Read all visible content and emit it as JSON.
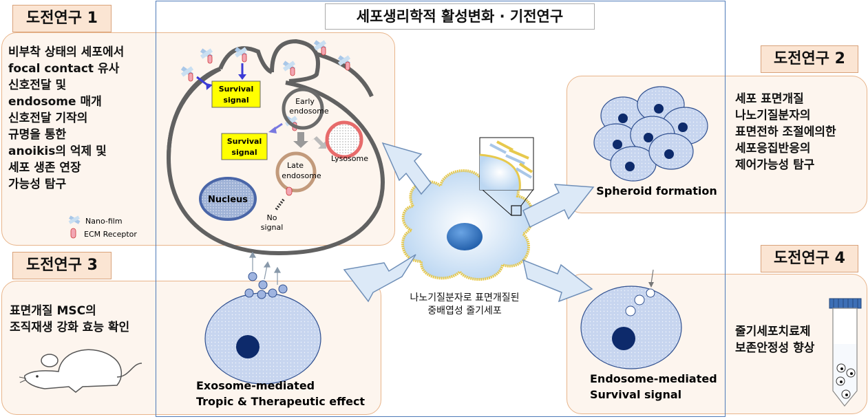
{
  "main_title": "세포생리학적 활성변화 · 기전연구",
  "challenge1": {
    "tag": "도전연구 1",
    "text": "비부착 상태의 세포에서\nfocal contact 유사\n신호전달 및\nendosome 매개\n신호전달 기작의\n규명을 통한\nanoikis의 억제 및\n세포 생존 연장\n가능성 탐구",
    "legend_nanofilm": "Nano-film",
    "legend_ecm": "ECM Receptor"
  },
  "challenge2": {
    "tag": "도전연구 2",
    "text": "세포 표면개질\n나노기질분자의\n표면전하 조절에의한\n세포응집반응의\n제어가능성 탐구",
    "figure_label": "Spheroid formation"
  },
  "challenge3": {
    "tag": "도전연구 3",
    "text": "표면개질 MSC의\n조직재생 강화 효능 확인",
    "figure_label_1": "Exosome-mediated",
    "figure_label_2": "Tropic & Therapeutic effect"
  },
  "challenge4": {
    "tag": "도전연구 4",
    "text": "줄기세포치료제\n보존안정성 향상",
    "figure_label_1": "Endosome-mediated",
    "figure_label_2": "Survival signal"
  },
  "cell_diagram": {
    "survival_signal_1": [
      "Survival",
      "signal"
    ],
    "survival_signal_2": [
      "Survival",
      "signal"
    ],
    "early_endosome": [
      "Early",
      "endosome"
    ],
    "late_endosome": [
      "Late",
      "endosome"
    ],
    "lysosome": "Lysosome",
    "nucleus": "Nucleus",
    "no_signal": [
      "No",
      "signal"
    ]
  },
  "center_caption": "나노기질분자로 표면개질된\n중배엽성 줄기세포",
  "colors": {
    "peach_bg": "#fdf5ee",
    "peach_border": "#e8b48a",
    "tag_bg": "#fbe5d3",
    "cell_fill": "#c5d3ef",
    "nucleus_fill": "#0d2a6b",
    "arrow_fill": "#dce9f7",
    "survival_box": "#ffff00"
  }
}
